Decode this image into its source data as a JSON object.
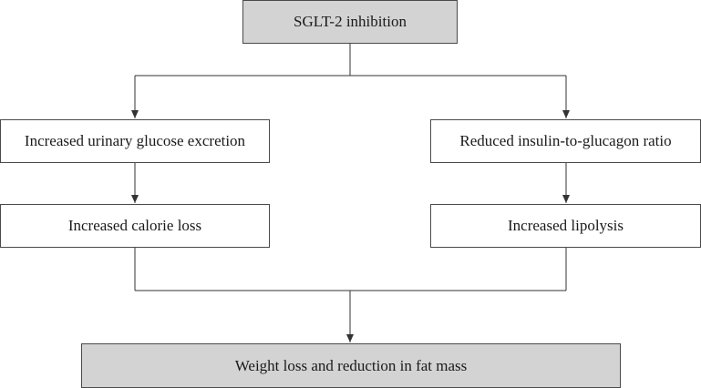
{
  "diagram": {
    "nodes": {
      "top": "SGLT-2 inhibition",
      "left1": "Increased urinary glucose excretion",
      "right1": "Reduced insulin-to-glucagon ratio",
      "left2": "Increased calorie loss",
      "right2": "Increased lipolysis",
      "bottom": "Weight loss and reduction in fat mass"
    },
    "edges": [
      [
        "top",
        "left1"
      ],
      [
        "top",
        "right1"
      ],
      [
        "left1",
        "left2"
      ],
      [
        "right1",
        "right2"
      ],
      [
        "left2",
        "bottom"
      ],
      [
        "right2",
        "bottom"
      ]
    ],
    "colors": {
      "shaded_fill": "#d3d3d3",
      "border": "#4a4a4a",
      "line": "#333333"
    }
  }
}
